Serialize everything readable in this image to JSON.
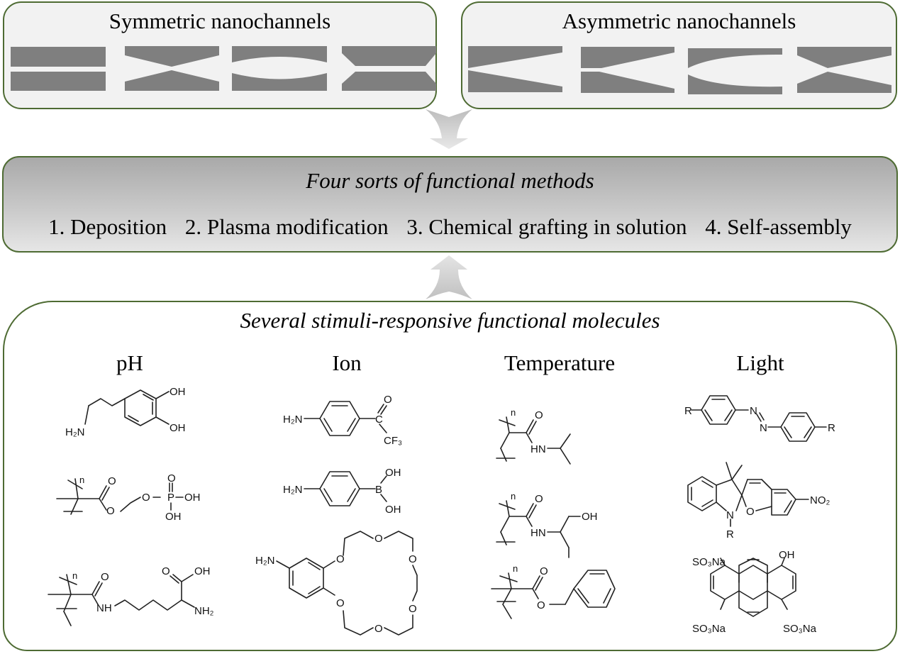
{
  "top_panels": {
    "symmetric": {
      "title": "Symmetric nanochannels",
      "shapes": [
        "cylindrical",
        "hourglass",
        "bullet-shaped",
        "trapezoid-hourglass"
      ]
    },
    "asymmetric": {
      "title": "Asymmetric nanochannels",
      "shapes": [
        "conical",
        "cigar-conical",
        "funnel-curved",
        "asymmetric-hourglass"
      ]
    }
  },
  "methods": {
    "title": "Four sorts of functional methods",
    "items": [
      "1. Deposition",
      "2. Plasma modification",
      "3. Chemical grafting in solution",
      "4. Self-assembly"
    ]
  },
  "molecules": {
    "title": "Several stimuli-responsive functional molecules",
    "categories": [
      {
        "label": "pH",
        "structures": [
          "dopamine",
          "phosphate-methacrylate polymer",
          "lysine-methacrylamide polymer"
        ]
      },
      {
        "label": "Ion",
        "structures": [
          "4-aminophenyl trifluoromethyl ketone",
          "4-aminophenylboronic acid",
          "4-aminobenzo-crown ether"
        ]
      },
      {
        "label": "Temperature",
        "structures": [
          "poly(N-isopropylacrylamide)",
          "N-(1-hydroxybutan-2-yl)acrylamide polymer",
          "benzyl methacrylate polymer"
        ]
      },
      {
        "label": "Light",
        "structures": [
          "azobenzene",
          "spiropyran",
          "pyranine"
        ]
      }
    ],
    "atom_labels": {
      "oh": "OH",
      "h2n": "H₂N",
      "nh2": "NH₂",
      "o": "O",
      "p": "P",
      "b": "B",
      "n": "N",
      "hn": "HN",
      "nh": "NH",
      "cf3": "CF₃",
      "c": "C",
      "r": "R",
      "no2": "NO₂",
      "so3na": "SO₃Na",
      "n_sub": "n"
    }
  },
  "colors": {
    "panel_border": "#4e6b33",
    "panel_fill": "#f2f2f2",
    "channel_fill": "#7f7f7f",
    "arrow_fill": "#cfcfcf"
  }
}
